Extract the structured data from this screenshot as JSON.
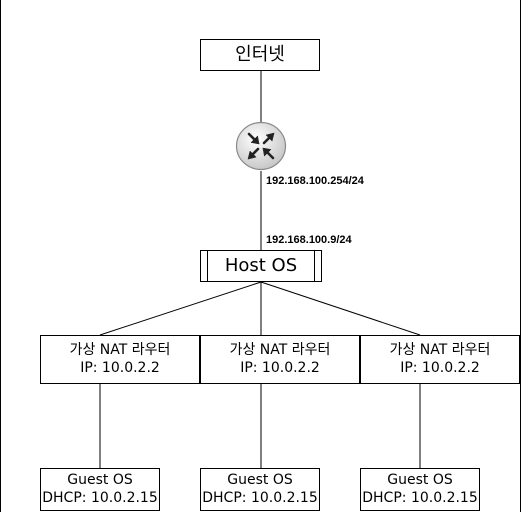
{
  "internet": {
    "label": "인터넷"
  },
  "router": {
    "icon": "router-icon"
  },
  "router_ip": "192.168.100.254/24",
  "host_ip": "192.168.100.9/24",
  "host": {
    "label": "Host OS"
  },
  "nat_routers": [
    {
      "line1": "가상 NAT 라우터",
      "line2": "IP: 10.0.2.2"
    },
    {
      "line1": "가상 NAT 라우터",
      "line2": "IP: 10.0.2.2"
    },
    {
      "line1": "가상 NAT 라우터",
      "line2": "IP: 10.0.2.2"
    }
  ],
  "guests": [
    {
      "line1": "Guest OS",
      "line2": "DHCP: 10.0.2.15"
    },
    {
      "line1": "Guest OS",
      "line2": "DHCP: 10.0.2.15"
    },
    {
      "line1": "Guest OS",
      "line2": "DHCP: 10.0.2.15"
    }
  ]
}
